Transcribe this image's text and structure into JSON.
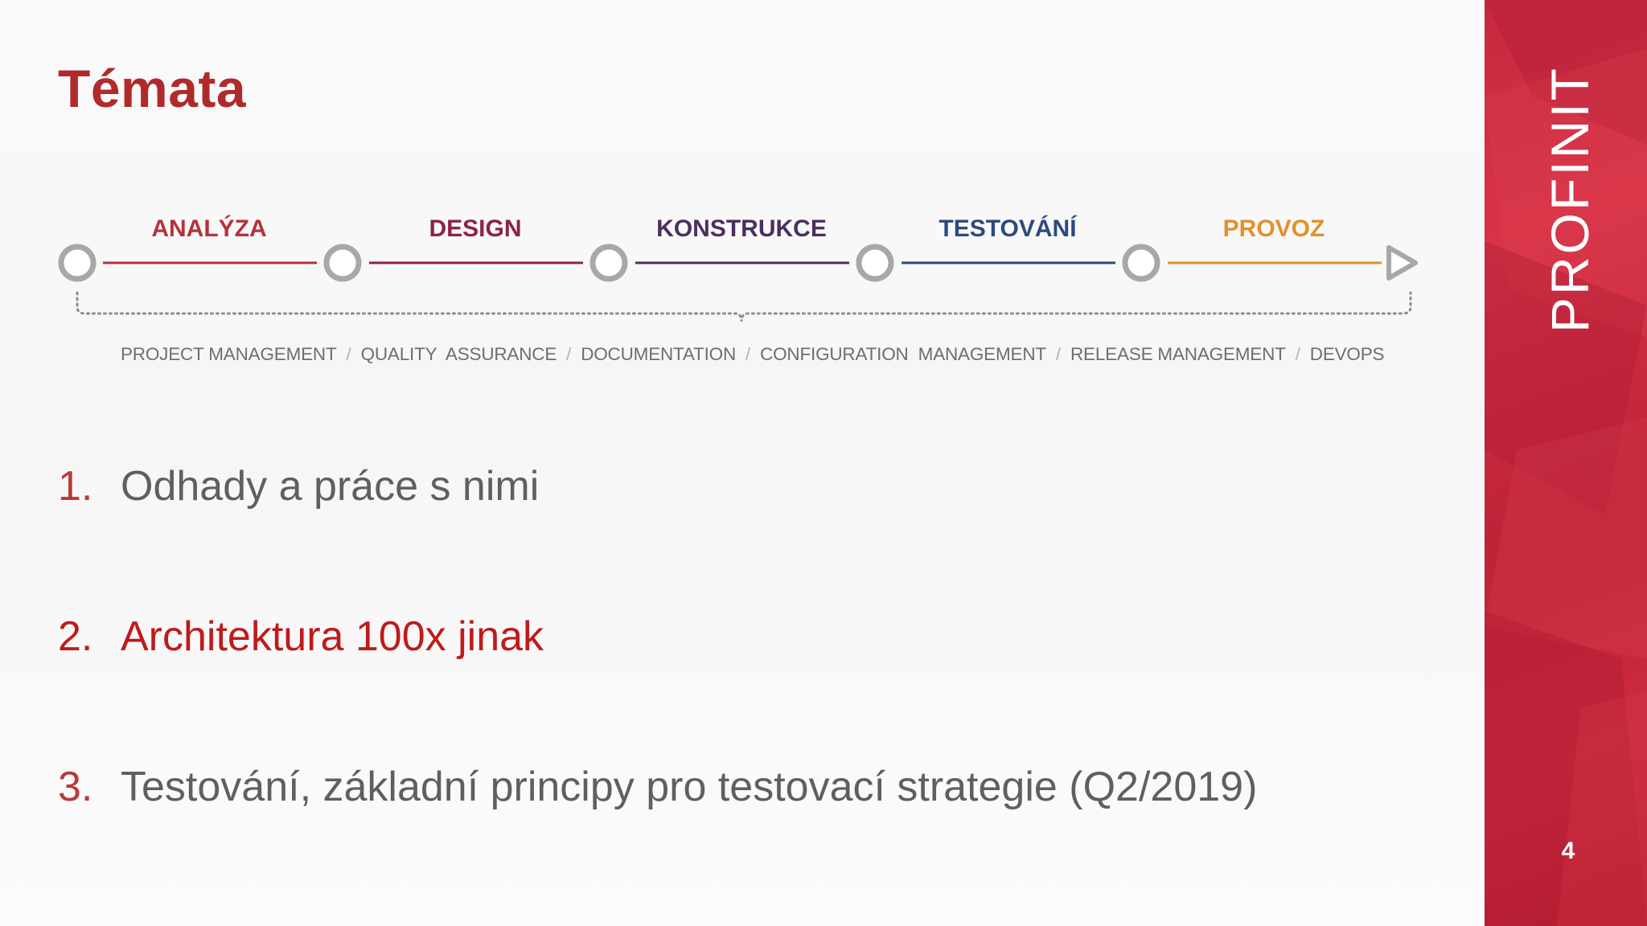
{
  "slide": {
    "title": "Témata",
    "page_number": "4",
    "brand": "PROFINIT"
  },
  "phases": [
    {
      "label": "ANALÝZA",
      "color": "#b5323c"
    },
    {
      "label": "DESIGN",
      "color": "#8c2346"
    },
    {
      "label": "KONSTRUKCE",
      "color": "#4b2f5e"
    },
    {
      "label": "TESTOVÁNÍ",
      "color": "#2d4a7d"
    },
    {
      "label": "PROVOZ",
      "color": "#e0922c"
    }
  ],
  "management_areas": [
    "PROJECT MANAGEMENT",
    "QUALITY  ASSURANCE",
    "DOCUMENTATION",
    "CONFIGURATION  MANAGEMENT",
    "RELEASE MANAGEMENT",
    "DEVOPS"
  ],
  "separator": "/",
  "topics": [
    {
      "number": "1.",
      "text": "Odhady a práce s nimi"
    },
    {
      "number": "2.",
      "text": "Architektura 100x jinak"
    },
    {
      "number": "3.",
      "text": "Testování, základní principy pro testovací strategie (Q2/2019)"
    }
  ],
  "colors": {
    "accent_red": "#b02a2a",
    "sidebar_red": "#c7283d",
    "node_gray": "#a8a8a8"
  }
}
